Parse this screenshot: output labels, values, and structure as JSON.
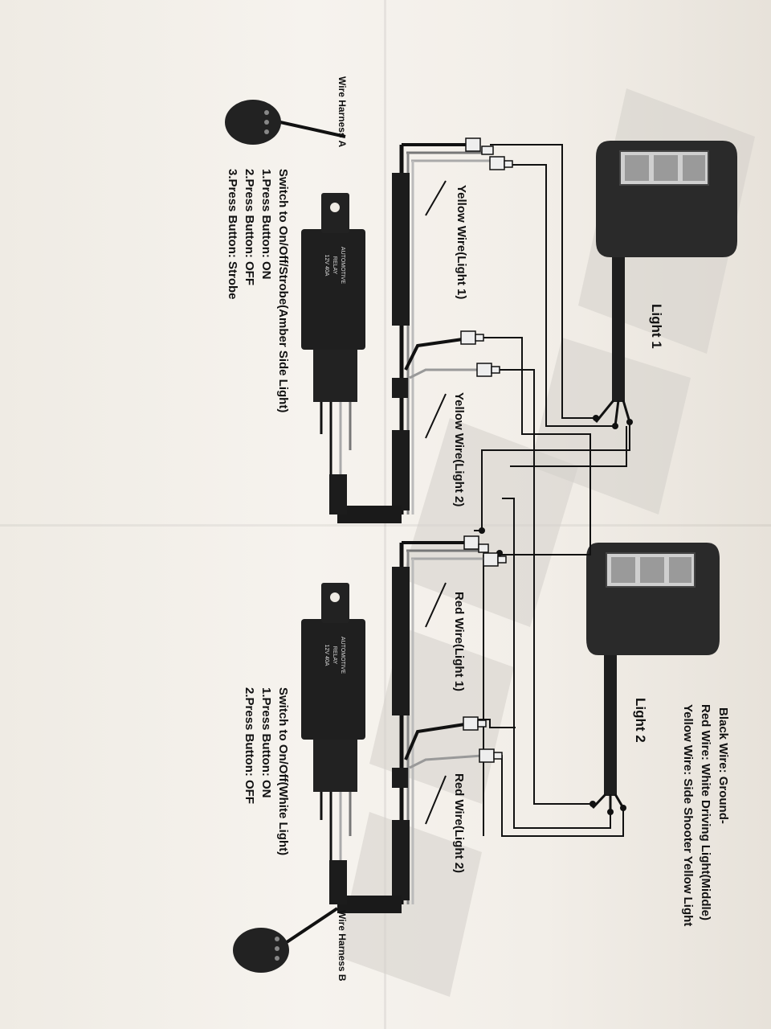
{
  "lights": {
    "light1": "Light 1",
    "light2": "Light 2"
  },
  "legend": {
    "black": "Black Wire: Ground-",
    "red": "Red Wire: White Driving Light(Middle)",
    "yellow": "Yellow Wire: Side Shooter Yellow Light"
  },
  "wire_labels": {
    "yellow1": "Yellow Wire(Light 1)",
    "yellow2": "Yellow Wire(Light 2)",
    "red1": "Red Wire(Light 1)",
    "red2": "Red Wire(Light 2)"
  },
  "harness_a": {
    "title": "Wire Harness A",
    "switch_title": "Switch to On/Off/Strobe(Amber Side Light)",
    "steps": [
      "1.Press Button: ON",
      "2.Press Button: OFF",
      "3.Press Button: Strobe"
    ]
  },
  "harness_b": {
    "title": "Wire Harness B",
    "switch_title": "Switch to On/Off(White Light)",
    "steps": [
      "1.Press Button: ON",
      "2.Press Button: OFF"
    ]
  },
  "relay": {
    "line1": "AUTOMOTIVE",
    "line2": "RELAY",
    "line3": "12V 40A"
  },
  "colors": {
    "paper": "#f4f1ec",
    "ink": "#111111",
    "watermark": "#d4d0cb"
  }
}
